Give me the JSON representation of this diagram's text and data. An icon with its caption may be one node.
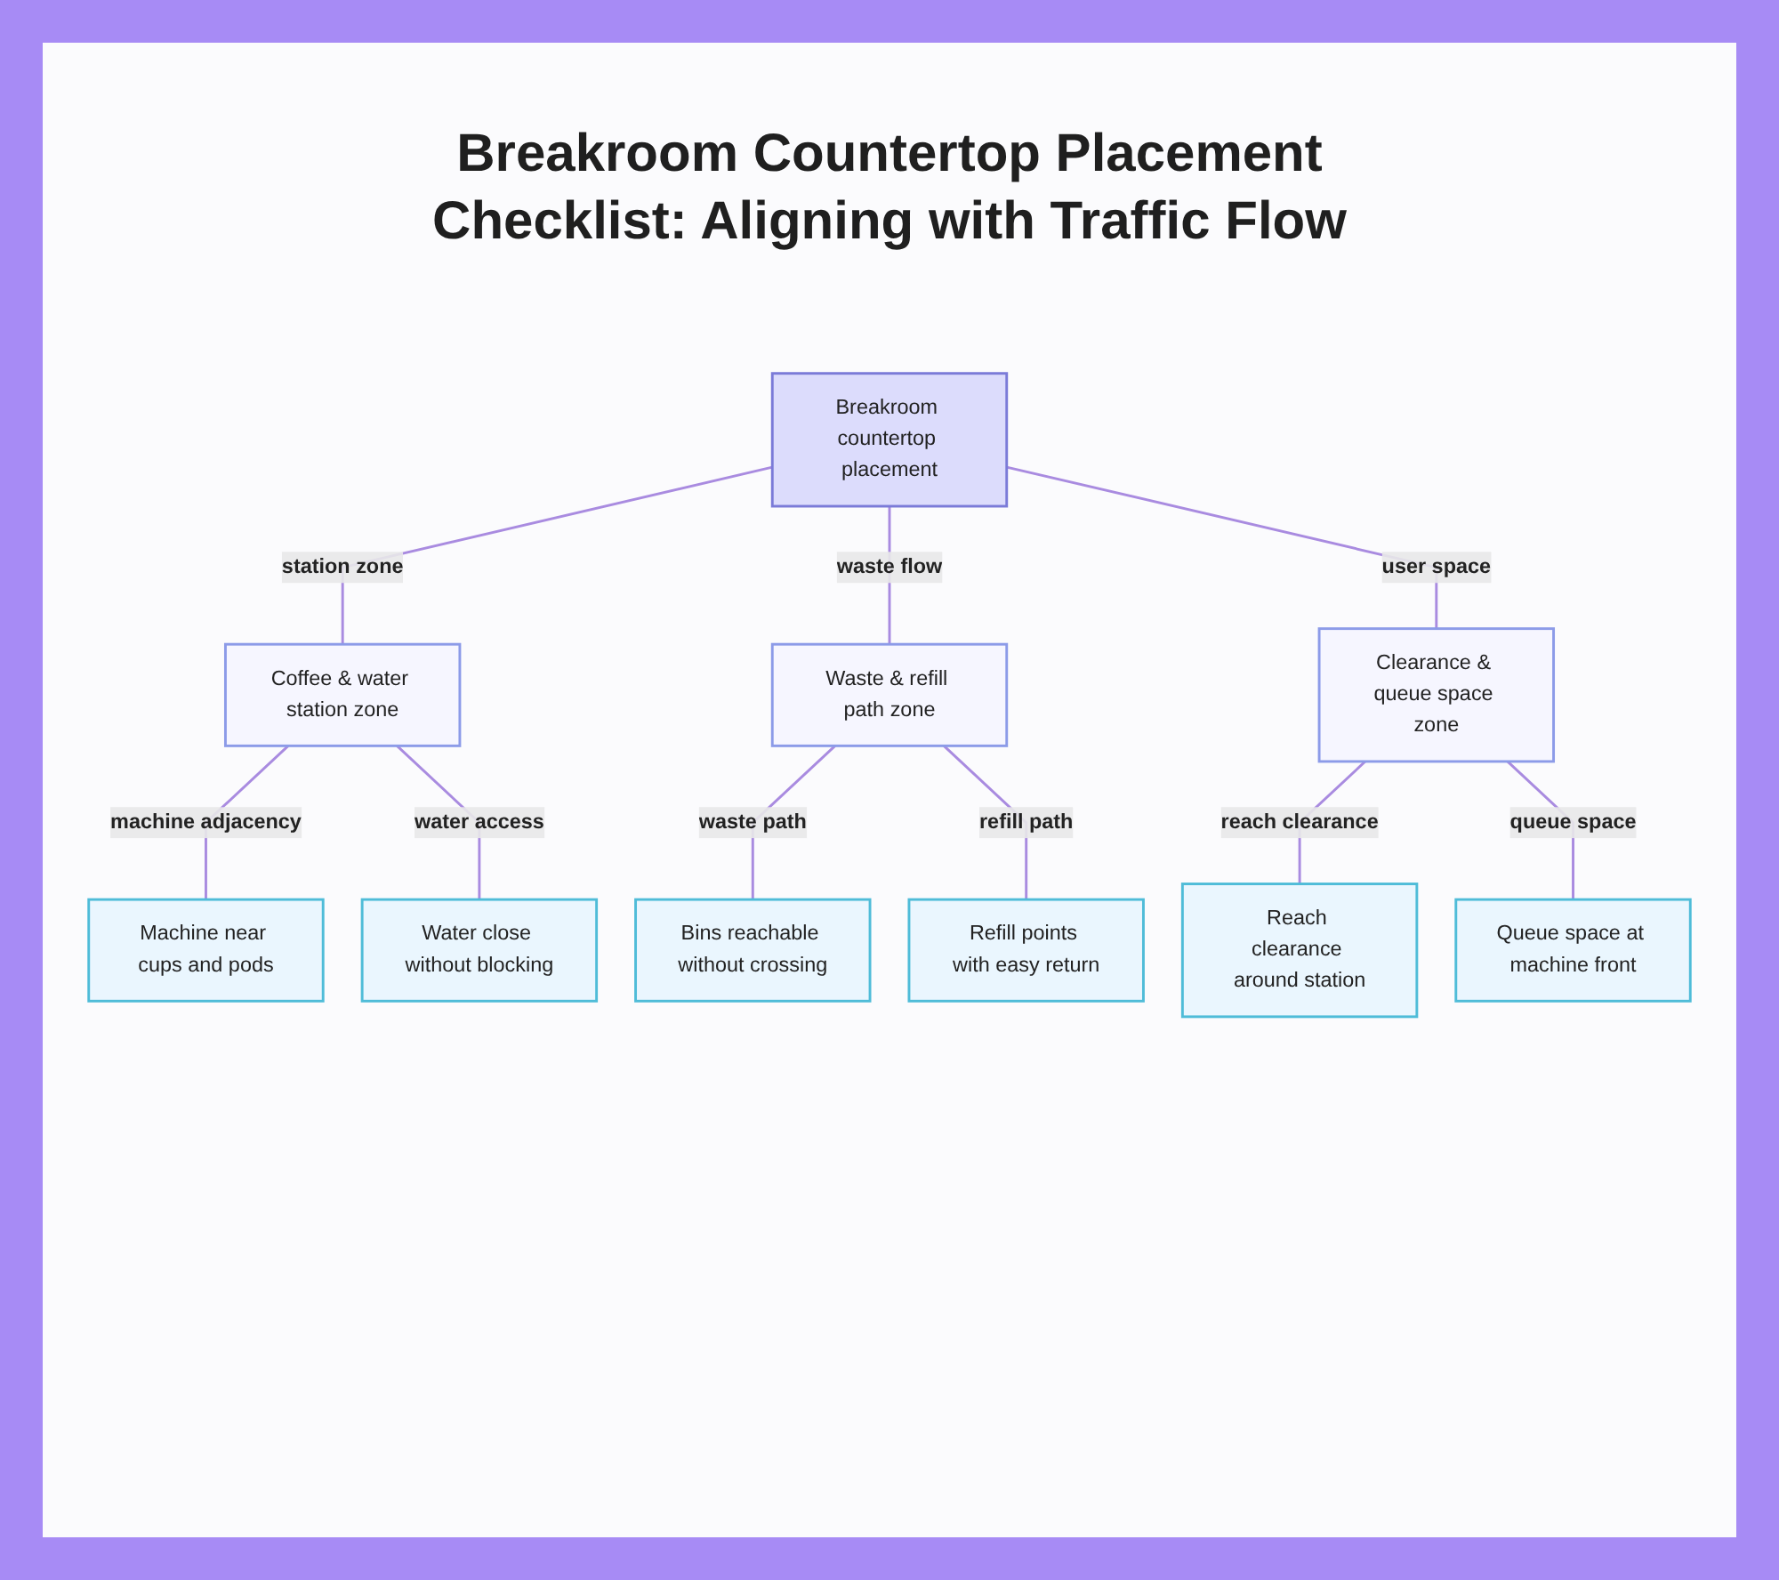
{
  "diagram": {
    "title": "Breakroom Countertop Placement Checklist: Aligning with Traffic Flow",
    "nodes": [
      {
        "text": [
          "Breakroom countertop placement"
        ]
      },
      {
        "text": [
          "Coffee & water station zone"
        ]
      },
      {
        "text": [
          "Waste & refill path zone"
        ]
      },
      {
        "text": [
          "Clearance & queue space zone"
        ]
      },
      {
        "text": [
          "Machine near cups and pods"
        ]
      },
      {
        "text": [
          "Water close without blocking"
        ]
      },
      {
        "text": [
          "Bins reachable without crossing"
        ]
      },
      {
        "text": [
          "Refill points with easy return"
        ]
      },
      {
        "text": [
          "Reach clearance around station"
        ]
      },
      {
        "text": [
          "Queue space at machine front"
        ]
      }
    ],
    "edges": [
      {
        "from": 0,
        "to": 1,
        "arrow": "none",
        "label": "station zone"
      },
      {
        "from": 0,
        "to": 2,
        "arrow": "none",
        "label": "waste flow"
      },
      {
        "from": 0,
        "to": 3,
        "arrow": "none",
        "label": "user space"
      },
      {
        "from": 1,
        "to": 4,
        "arrow": "none",
        "label": "machine adjacency"
      },
      {
        "from": 1,
        "to": 5,
        "arrow": "none",
        "label": "water access"
      },
      {
        "from": 2,
        "to": 6,
        "arrow": "none",
        "label": "waste path"
      },
      {
        "from": 2,
        "to": 7,
        "arrow": "none",
        "label": "refill path"
      },
      {
        "from": 3,
        "to": 8,
        "arrow": "none",
        "label": "reach clearance"
      },
      {
        "from": 3,
        "to": 9,
        "arrow": "none",
        "label": "queue space"
      }
    ]
  }
}
